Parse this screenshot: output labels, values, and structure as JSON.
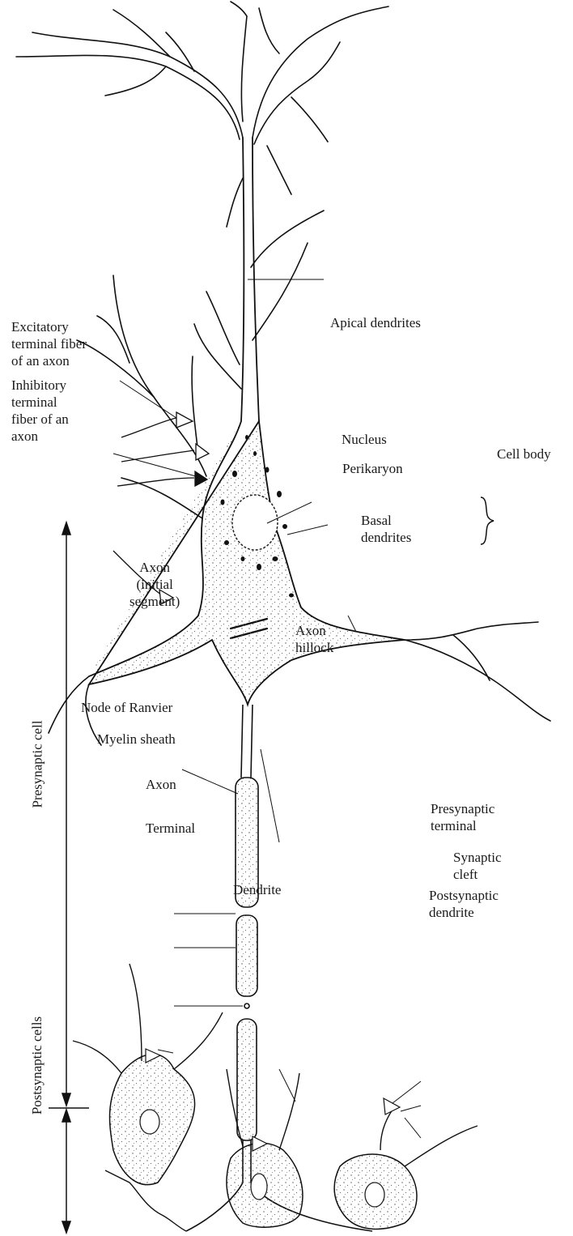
{
  "diagram": {
    "labels": {
      "apical_dendrites": "Apical dendrites",
      "excitatory": "Excitatory\nterminal fiber\nof an axon",
      "inhibitory": "Inhibitory\nterminal\nfiber of an\naxon",
      "nucleus": "Nucleus",
      "perikaryon": "Perikaryon",
      "cell_body": "Cell body",
      "basal_dendrites": "Basal\ndendrites",
      "axon_initial": "Axon\n(initial\nsegment)",
      "axon_hillock": "Axon\nhillock",
      "node_of_ranvier": "Node of Ranvier",
      "myelin_sheath": "Myelin sheath",
      "axon": "Axon",
      "terminal": "Terminal",
      "presynaptic_terminal": "Presynaptic\nterminal",
      "synaptic_cleft": "Synaptic\ncleft",
      "dendrite": "Dendrite",
      "postsynaptic_dendrite": "Postsynaptic\ndendrite",
      "presynaptic_cell": "Presynaptic cell",
      "postsynaptic_cells": "Postsynaptic cells"
    }
  }
}
